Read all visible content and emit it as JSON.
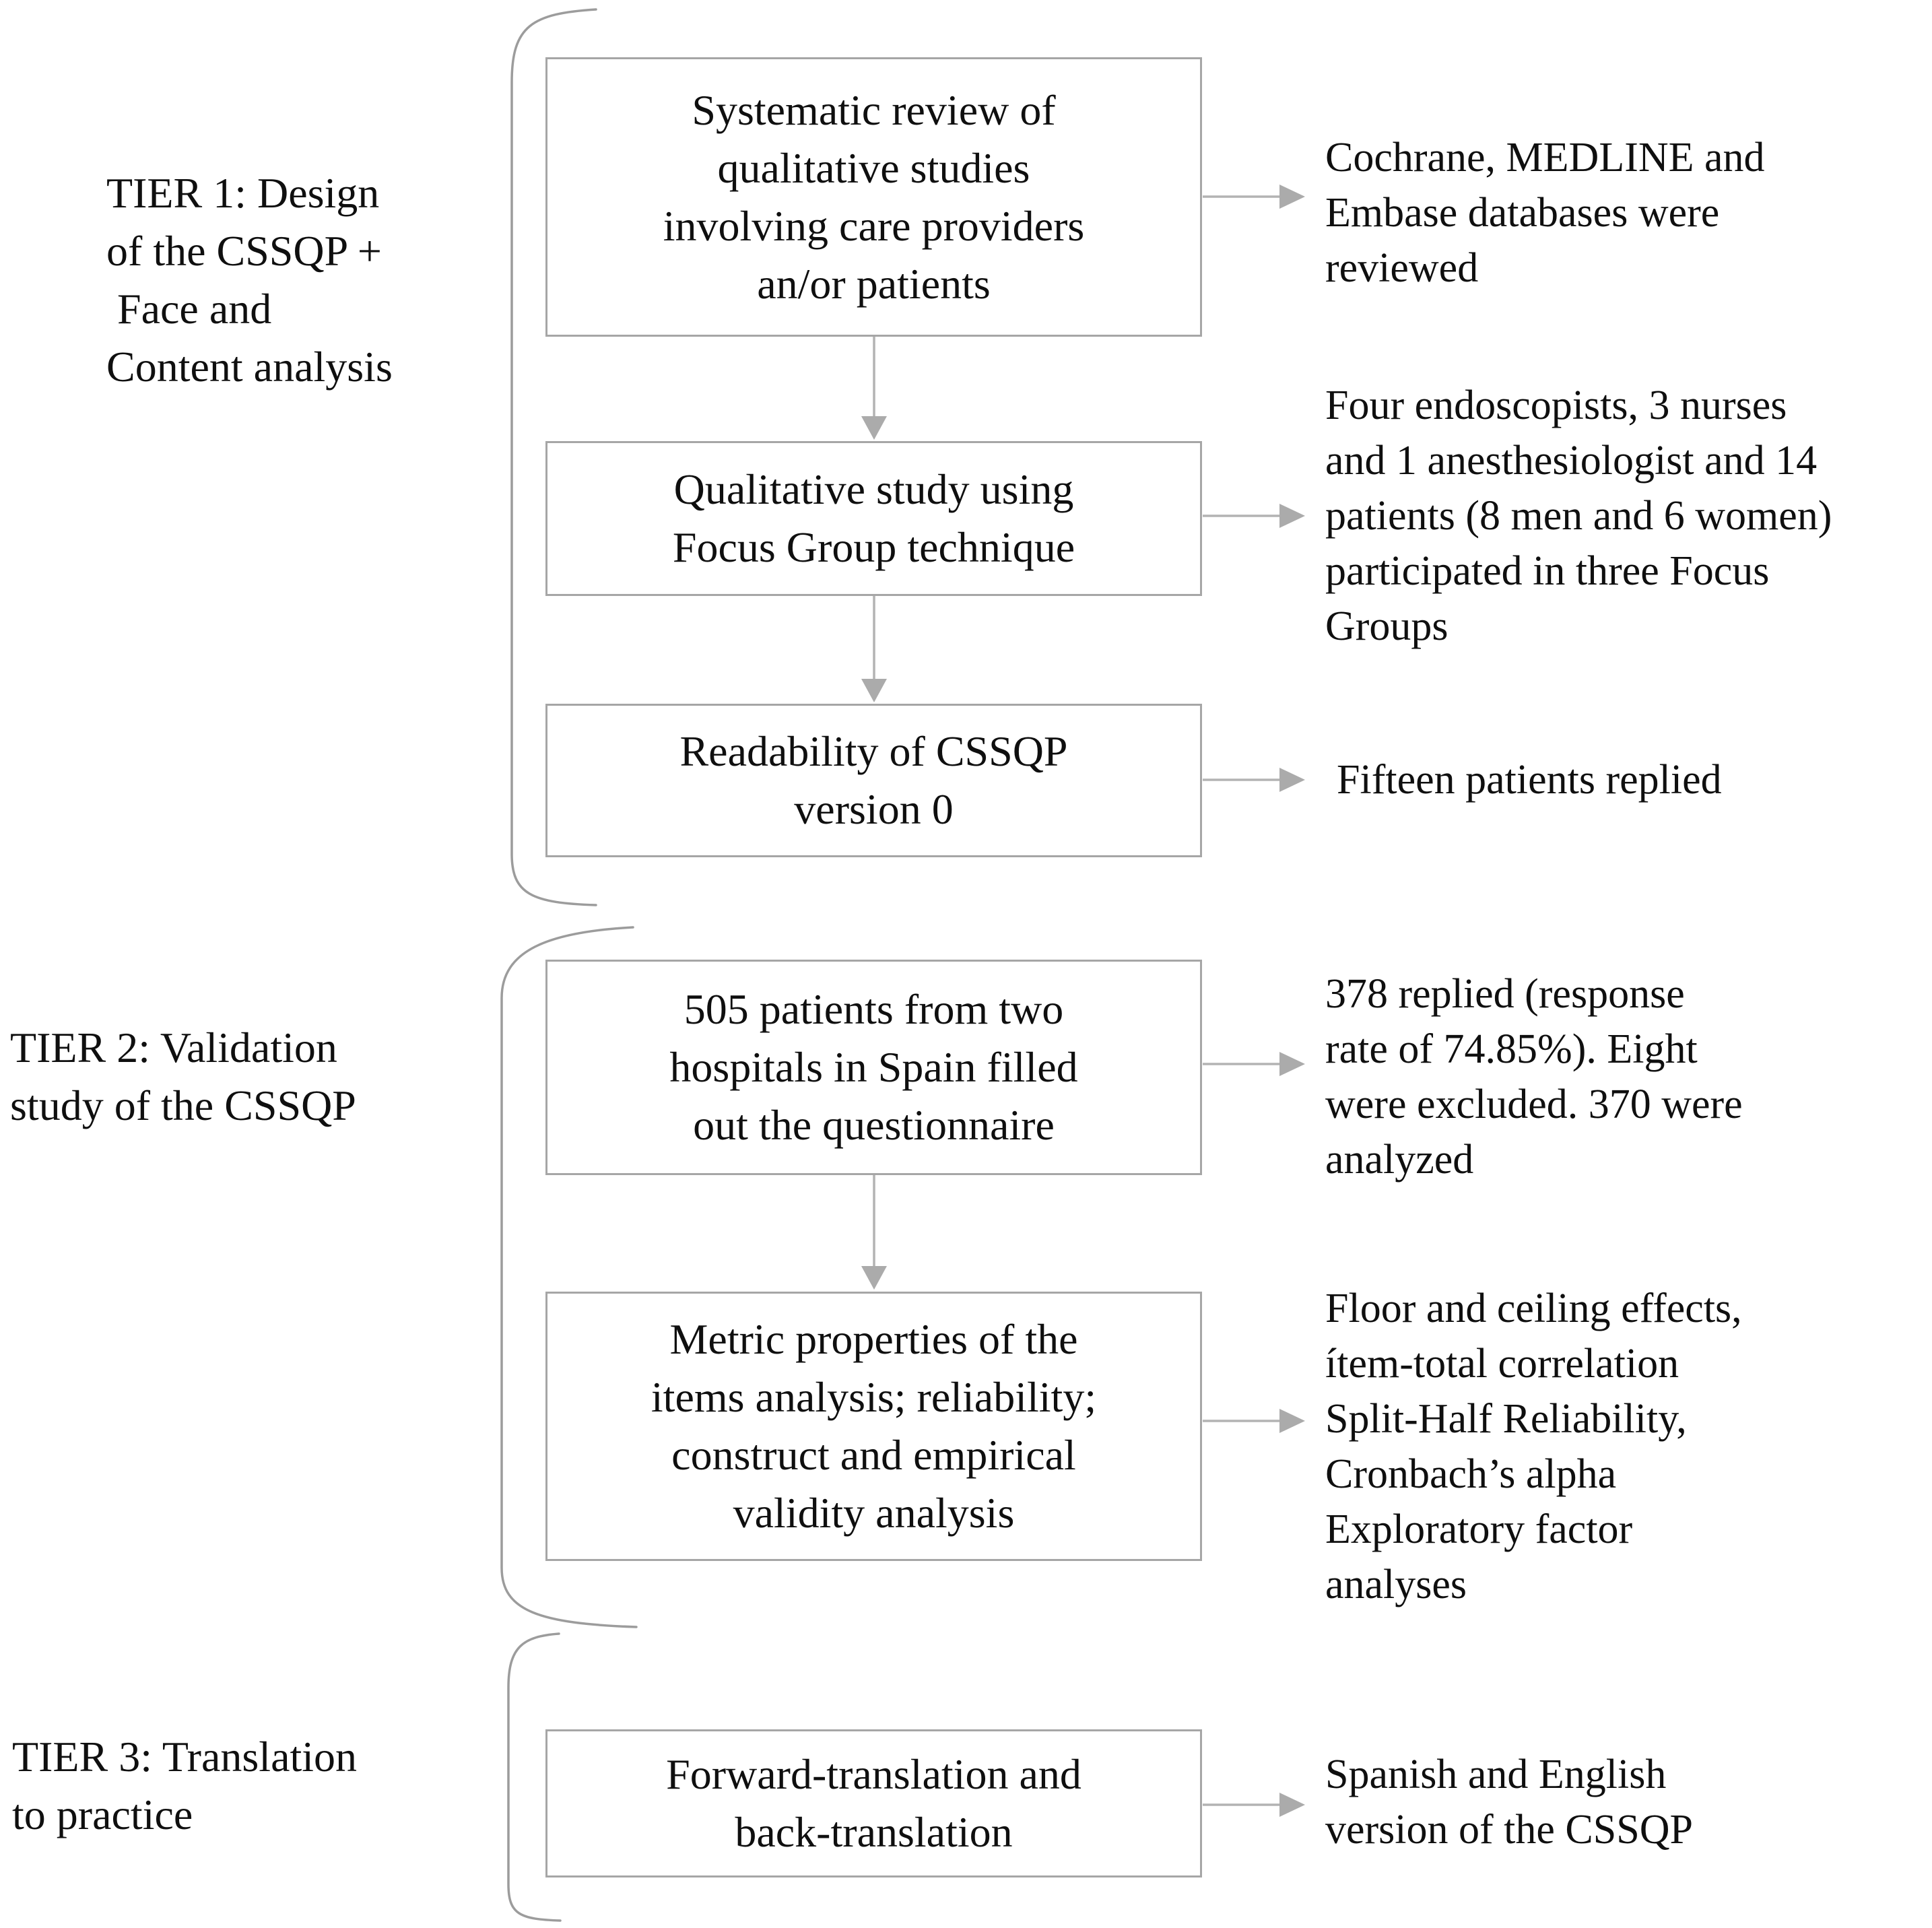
{
  "diagram": {
    "title_hint": "CSSQP questionnaire development flowchart",
    "colors": {
      "background": "#ffffff",
      "box_border": "#a6a6a6",
      "connector": "#b3b3b3",
      "arrowhead": "#ababab",
      "bracket": "#9c9c9c",
      "text": "#0f0f0f"
    },
    "tiers": [
      {
        "id": "tier-1",
        "label_lines": [
          "TIER 1: Design",
          "of the CSSQP +",
          " Face and",
          "Content analysis"
        ]
      },
      {
        "id": "tier-2",
        "label_lines": [
          "TIER 2: Validation",
          "study of the CSSQP"
        ]
      },
      {
        "id": "tier-3",
        "label_lines": [
          "TIER 3: Translation",
          "to practice"
        ]
      }
    ],
    "boxes": [
      {
        "id": "box-systematic-review",
        "lines": [
          "Systematic review of",
          "qualitative studies",
          "involving care providers",
          "an/or patients"
        ]
      },
      {
        "id": "box-focus-group",
        "lines": [
          "Qualitative study using",
          "Focus Group technique"
        ]
      },
      {
        "id": "box-readability",
        "lines": [
          "Readability of CSSQP",
          "version 0"
        ]
      },
      {
        "id": "box-505-patients",
        "lines": [
          "505 patients from two",
          "hospitals in Spain filled",
          "out the questionnaire"
        ]
      },
      {
        "id": "box-metric-properties",
        "lines": [
          "Metric properties of the",
          "items analysis; reliability;",
          "construct and empirical",
          "validity analysis"
        ]
      },
      {
        "id": "box-translation",
        "lines": [
          "Forward-translation and",
          "back-translation"
        ]
      }
    ],
    "annotations": [
      {
        "id": "note-databases",
        "lines": [
          "Cochrane, MEDLINE and",
          "Embase databases were",
          "reviewed"
        ]
      },
      {
        "id": "note-focus-participants",
        "lines": [
          "Four endoscopists, 3 nurses",
          "and 1 anesthesiologist and 14",
          "patients (8 men and 6 women)",
          "participated in three Focus",
          "Groups"
        ]
      },
      {
        "id": "note-fifteen-replied",
        "lines": [
          "Fifteen patients replied"
        ]
      },
      {
        "id": "note-response-rate",
        "lines": [
          "378 replied (response",
          "rate of 74.85%). Eight",
          "were excluded. 370 were",
          "analyzed"
        ]
      },
      {
        "id": "note-psychometrics",
        "lines": [
          "Floor and ceiling effects,",
          "ítem-total correlation",
          "Split-Half Reliability,",
          "Cronbach’s alpha",
          "Exploratory factor",
          "analyses"
        ]
      },
      {
        "id": "note-versions",
        "lines": [
          "Spanish and English",
          "version of the CSSQP"
        ]
      }
    ]
  }
}
